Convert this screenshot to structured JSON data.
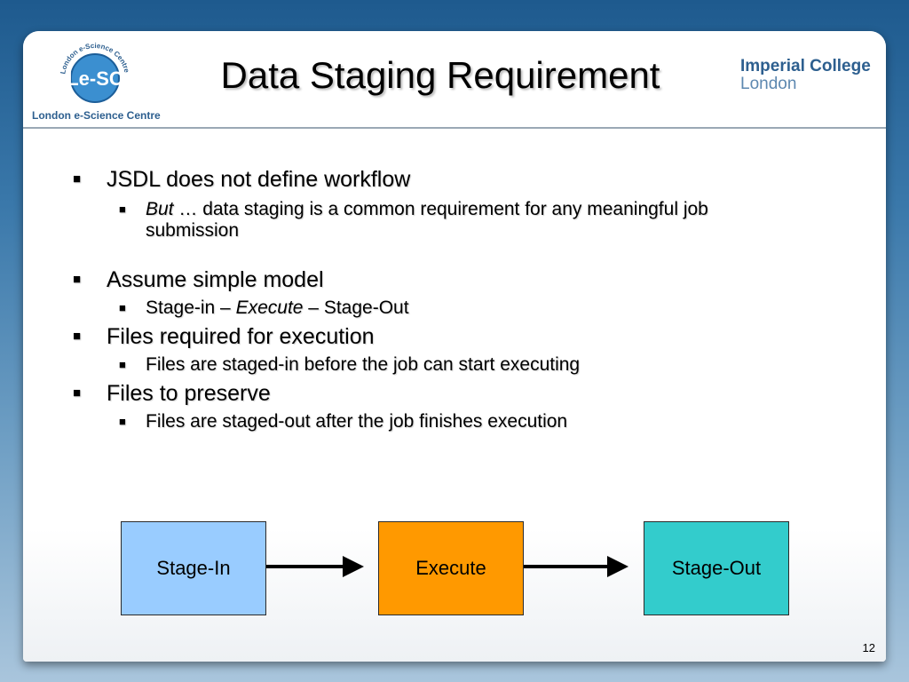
{
  "header": {
    "title": "Data Staging Requirement",
    "lesc_logo_text": "Le-SC",
    "lesc_ring_text": "London e-Science Centre",
    "lesc_caption": "London e-Science Centre",
    "imperial_line1": "Imperial College",
    "imperial_line2": "London"
  },
  "bullets": {
    "b1": "JSDL does not define workflow",
    "b1_sub_lead": "But",
    "b1_sub_rest": " … data staging is a common requirement for any meaningful job",
    "b1_sub_cont": "submission",
    "b2": "Assume simple model",
    "b2_sub_part1": "Stage-in – ",
    "b2_sub_part2": "Execute",
    "b2_sub_part3": " – Stage-Out",
    "b3": "Files required for execution",
    "b3_sub": "Files are staged-in before the job can start executing",
    "b4": "Files to preserve",
    "b4_sub": "Files are staged-out after the job finishes execution"
  },
  "diagram": {
    "stage_in": "Stage-In",
    "execute": "Execute",
    "stage_out": "Stage-Out",
    "colors": {
      "stage_in": "#99ccff",
      "execute": "#ff9900",
      "stage_out": "#33cccc"
    }
  },
  "footer": {
    "page_number": "12"
  }
}
